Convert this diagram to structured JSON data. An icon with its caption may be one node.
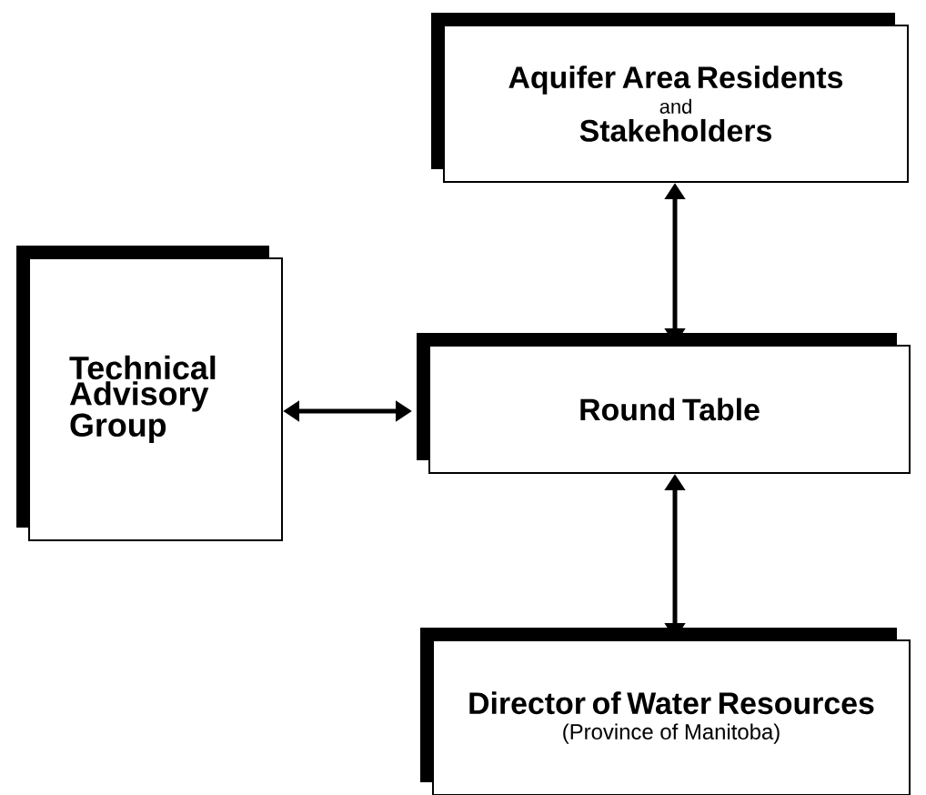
{
  "diagram": {
    "nodes": [
      {
        "text": [
          "Aquifer Area Residents",
          "and",
          "Stakeholders"
        ]
      },
      {
        "text": [
          "Technical Advisory Group"
        ]
      },
      {
        "text": [
          "Round Table"
        ]
      },
      {
        "text": [
          "Director of Water Resources",
          "(Province of Manitoba)"
        ]
      }
    ],
    "edges": [
      {
        "from": 0,
        "to": 2,
        "arrow": "both"
      },
      {
        "from": 1,
        "to": 2,
        "arrow": "both"
      },
      {
        "from": 2,
        "to": 3,
        "arrow": "both"
      }
    ]
  }
}
